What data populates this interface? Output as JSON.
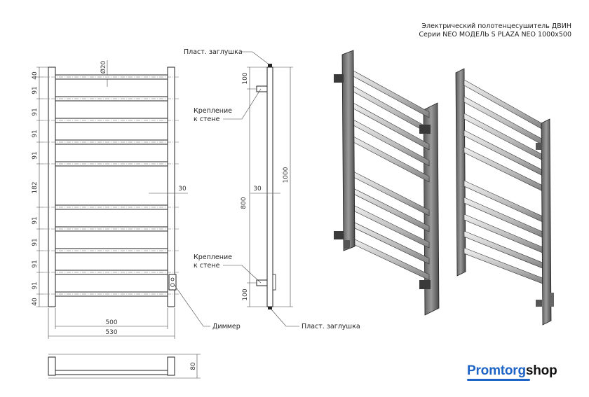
{
  "title": {
    "line1": "Электрический полотенцесушитель ДВИН",
    "line2": "Серии NEO МОДЕЛЬ S PLAZA NEO 1000x500"
  },
  "front_view": {
    "left_dims": [
      "40",
      "91",
      "91",
      "91",
      "91",
      "182",
      "91",
      "91",
      "91",
      "91",
      "40"
    ],
    "diameter": "Ø20",
    "bar_gap": "30",
    "width_inner": "500",
    "width_outer": "530"
  },
  "side_view": {
    "top_dim": "100",
    "middle_dim": "800",
    "bottom_dim": "100",
    "total_height": "1000",
    "offset": "30"
  },
  "top_view": {
    "depth": "80"
  },
  "callouts": {
    "plug_top": "Пласт. заглушка",
    "mount_top_line1": "Крепление",
    "mount_top_line2": "к стене",
    "mount_bottom_line1": "Крепление",
    "mount_bottom_line2": "к стене",
    "dimmer": "Диммер",
    "plug_bottom": "Пласт. заглушка"
  },
  "brand": {
    "part1": "Promtorg",
    "part2": "shop",
    "accent_color": "#1e63c6"
  }
}
